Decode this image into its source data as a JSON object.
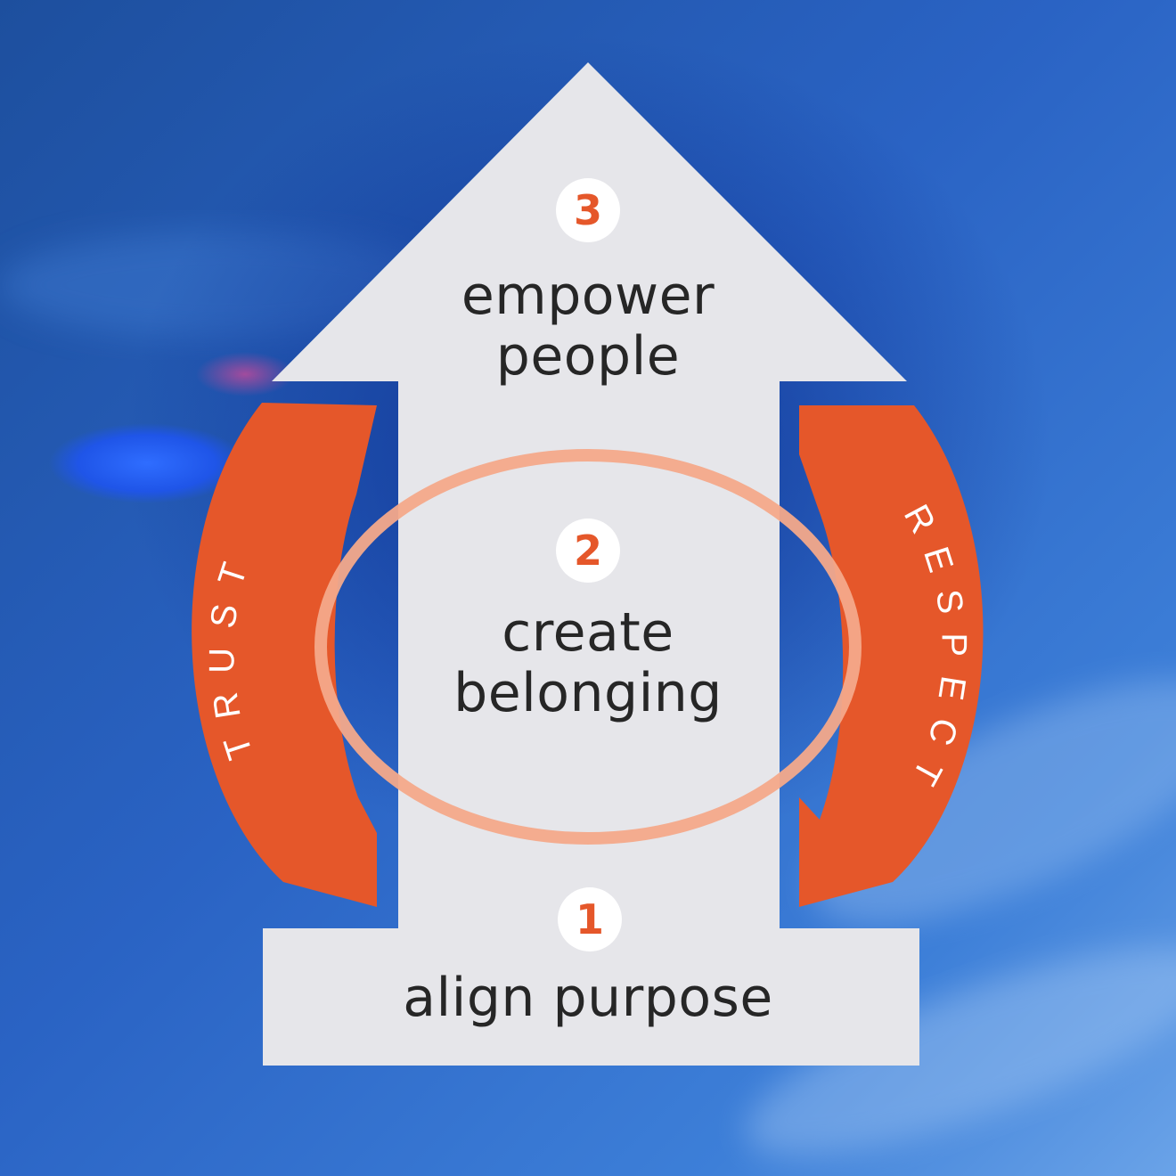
{
  "steps": [
    {
      "number": "1",
      "label": "align purpose"
    },
    {
      "number": "2",
      "label_line1": "create",
      "label_line2": "belonging"
    },
    {
      "number": "3",
      "label_line1": "empower",
      "label_line2": "people"
    }
  ],
  "cycle_labels": {
    "left": "TRUST",
    "right": "RESPECT"
  },
  "colors": {
    "accent": "#e5572a",
    "ring": "#f4a98a",
    "arrow_fill": "#e6e6ea",
    "background": "#2a63c4",
    "text": "#262626"
  }
}
